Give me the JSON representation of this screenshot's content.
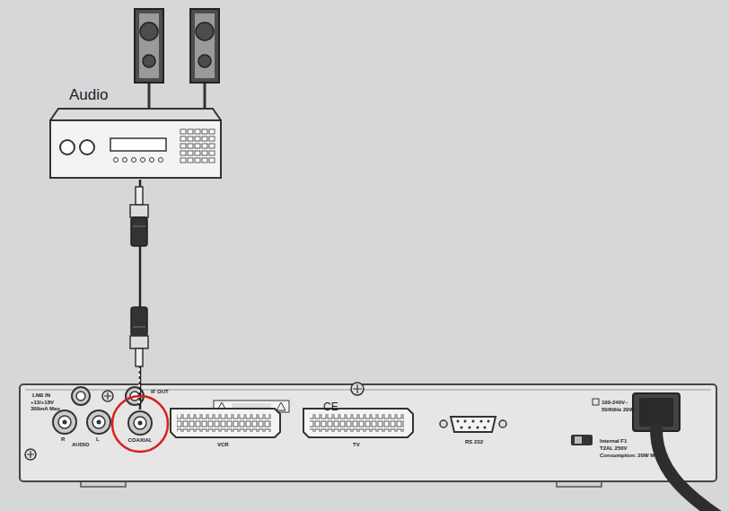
{
  "diagram": {
    "nodes": [
      {
        "text": [
          "Audio"
        ]
      },
      {
        "text": [
          "COAXIAL"
        ]
      }
    ],
    "edges": [
      {
        "from": 0,
        "to": 1,
        "arrow": "none"
      }
    ],
    "labels": [
      "LNB IN",
      "+13/+18V",
      "300mA Max",
      "IF OUT",
      "R",
      "AUDIO",
      "L",
      "VCR",
      "TV",
      "RS 232",
      "CE",
      "100-240V~",
      "50/60Hz 20W",
      "Internal F1",
      "T2AL 250V",
      "Consumption: 20W M"
    ]
  }
}
